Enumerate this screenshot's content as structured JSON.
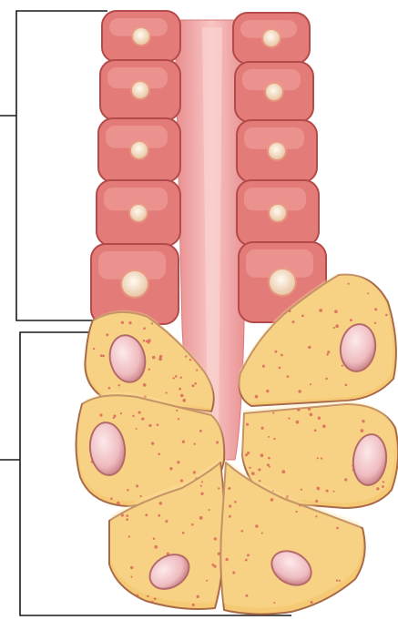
{
  "colors": {
    "background": "#ffffff",
    "bracket": "#1a1a1a",
    "lumen": "#f2a3a3",
    "lumen_highlight": "#f7c2c0",
    "duct_cell_fill": "#e37c79",
    "duct_cell_stroke": "#b44a4a",
    "duct_cell_highlight": "#f2a4a0",
    "duct_nucleus": "#f7dcc4",
    "acinar_cell_fill": "#f6ca74",
    "acinar_cell_stroke": "#a86a48",
    "acinar_granule": "#d9685a",
    "acinar_nucleus": "#f1c3c6",
    "acinar_nucleus_outline": "#b05a5a"
  },
  "diagram": {
    "labels": [],
    "brackets": [
      "duct-region",
      "acinus-region"
    ],
    "duct": {
      "left_column_cells": 5,
      "right_column_cells": 5
    },
    "acinus": {
      "cells": 6
    }
  }
}
